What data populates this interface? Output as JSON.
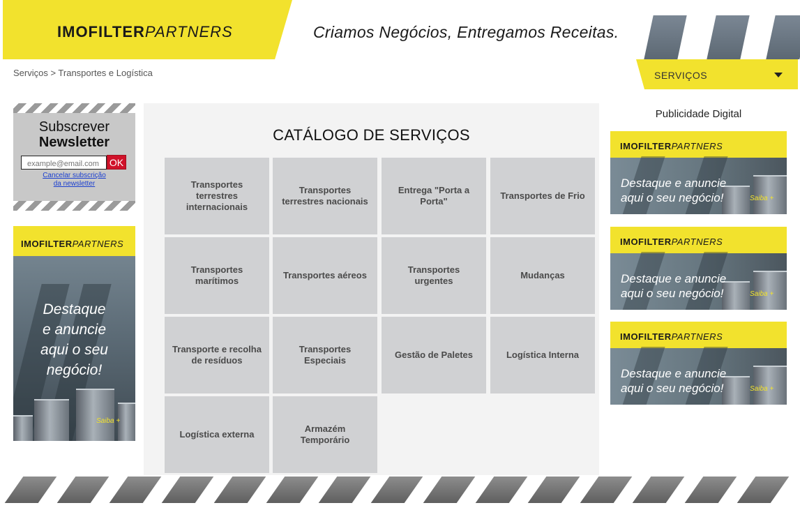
{
  "header": {
    "logo_bold": "IMOFILTER",
    "logo_italic": "PARTNERS",
    "tagline": "Criamos Negócios, Entregamos Receitas."
  },
  "breadcrumb": "Serviços > Transportes e Logística",
  "services_menu": {
    "label": "SERVIÇOS",
    "icon": "chevron-down-icon"
  },
  "newsletter": {
    "title_line1": "Subscrever",
    "title_line2": "Newsletter",
    "email_placeholder": "example@email.com",
    "ok_label": "OK",
    "cancel_line1": "Cancelar subscrição",
    "cancel_line2": "da newsletter"
  },
  "left_ad": {
    "logo_bold": "IMOFILTER",
    "logo_italic": "PARTNERS",
    "line1": "Destaque",
    "line2": "e anuncie",
    "line3": "aqui o seu",
    "line4": "negócio!",
    "cta": "Saiba +"
  },
  "catalog": {
    "title": "CATÁLOGO DE SERVIÇOS",
    "items": [
      "Transportes terrestres internacionais",
      "Transportes terrestres nacionais",
      "Entrega \"Porta a Porta\"",
      "Transportes de Frio",
      "Transportes marítimos",
      "Transportes aéreos",
      "Transportes urgentes",
      "Mudanças",
      "Transporte e recolha de resíduos",
      "Transportes Especiais",
      "Gestão de Paletes",
      "Logística Interna",
      "Logística externa",
      "Armazém Temporário"
    ]
  },
  "right_ads": {
    "title": "Publicidade Digital",
    "items": [
      {
        "logo_bold": "IMOFILTER",
        "logo_italic": "PARTNERS",
        "line1": "Destaque e anuncie",
        "line2": "aqui o seu negócio!",
        "cta": "Saiba +"
      },
      {
        "logo_bold": "IMOFILTER",
        "logo_italic": "PARTNERS",
        "line1": "Destaque e anuncie",
        "line2": "aqui o seu negócio!",
        "cta": "Saiba +"
      },
      {
        "logo_bold": "IMOFILTER",
        "logo_italic": "PARTNERS",
        "line1": "Destaque e anuncie",
        "line2": "aqui o seu negócio!",
        "cta": "Saiba +"
      }
    ]
  },
  "colors": {
    "brand_yellow": "#f2e22d",
    "tile_gray": "#d0d1d3",
    "panel_gray": "#f3f3f3",
    "ok_red": "#d0122a"
  }
}
